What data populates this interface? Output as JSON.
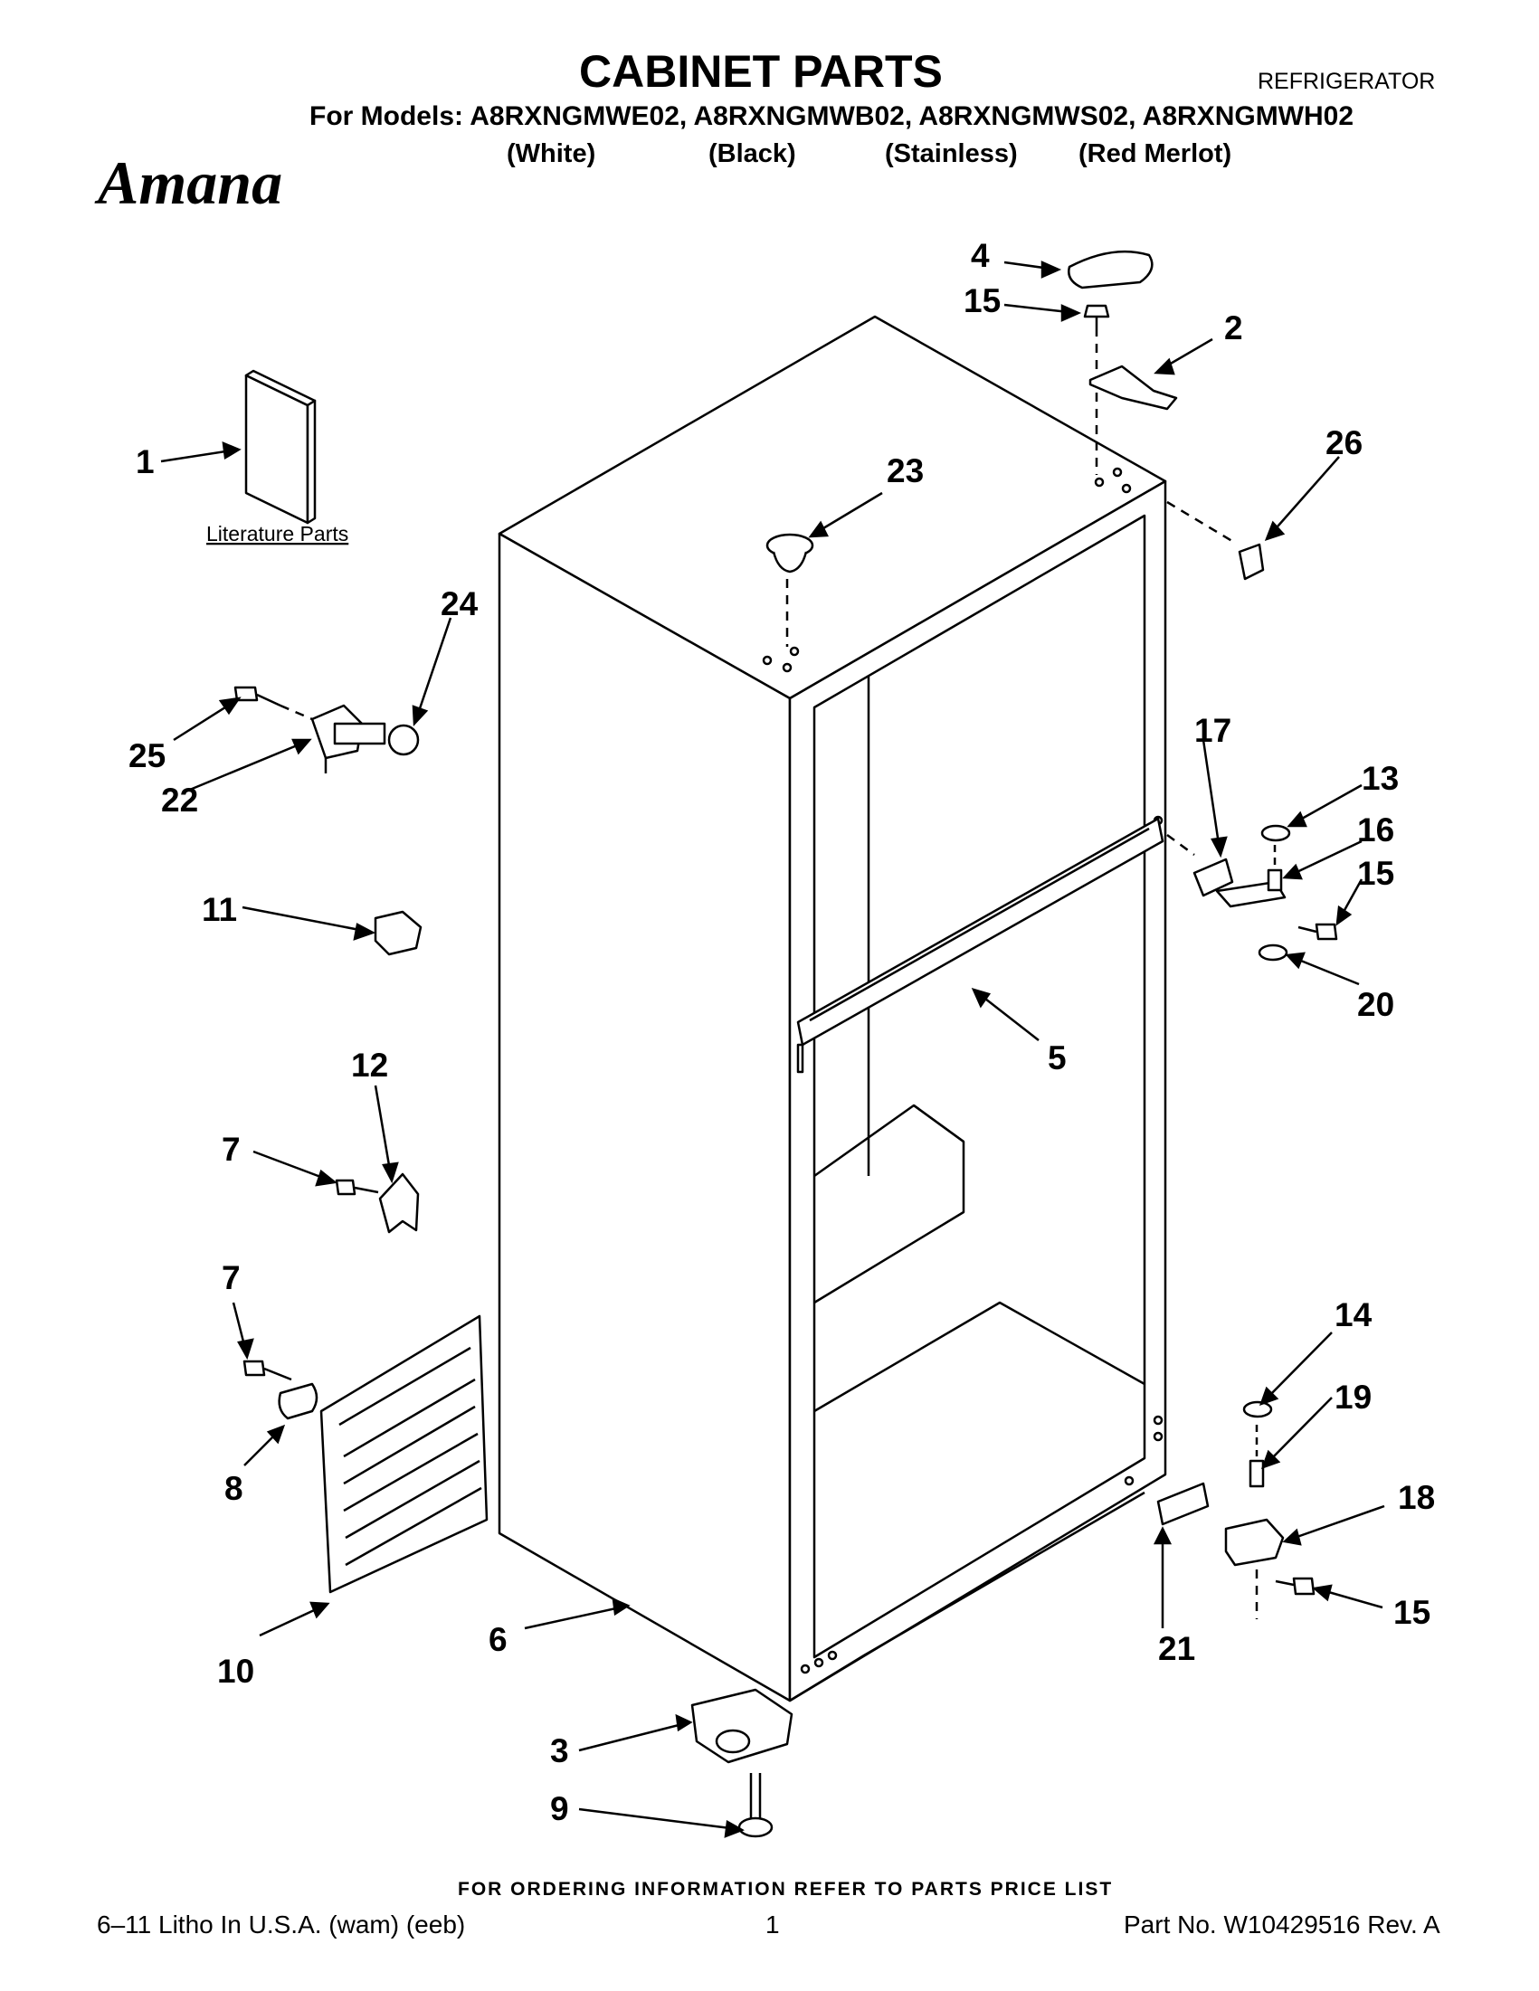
{
  "header": {
    "title": "CABINET PARTS",
    "category": "REFRIGERATOR",
    "models_line": "For Models: A8RXNGMWE02, A8RXNGMWB02, A8RXNGMWS02, A8RXNGMWH02",
    "variants": [
      "(White)",
      "(Black)",
      "(Stainless)",
      "(Red Merlot)"
    ],
    "brand": "Amana"
  },
  "diagram": {
    "literature_label": "Literature Parts",
    "callouts": {
      "c1": "1",
      "c2": "2",
      "c3": "3",
      "c4": "4",
      "c5": "5",
      "c6": "6",
      "c7a": "7",
      "c7b": "7",
      "c8": "8",
      "c9": "9",
      "c10": "10",
      "c11": "11",
      "c12": "12",
      "c13": "13",
      "c14": "14",
      "c15a": "15",
      "c15b": "15",
      "c15c": "15",
      "c16": "16",
      "c17": "17",
      "c18": "18",
      "c19": "19",
      "c20": "20",
      "c21": "21",
      "c22": "22",
      "c23": "23",
      "c24": "24",
      "c25": "25",
      "c26": "26"
    }
  },
  "footer": {
    "note": "FOR ORDERING INFORMATION REFER TO PARTS PRICE LIST",
    "left": "6–11 Litho In U.S.A. (wam) (eeb)",
    "page": "1",
    "right": "Part No. W10429516 Rev. A"
  }
}
